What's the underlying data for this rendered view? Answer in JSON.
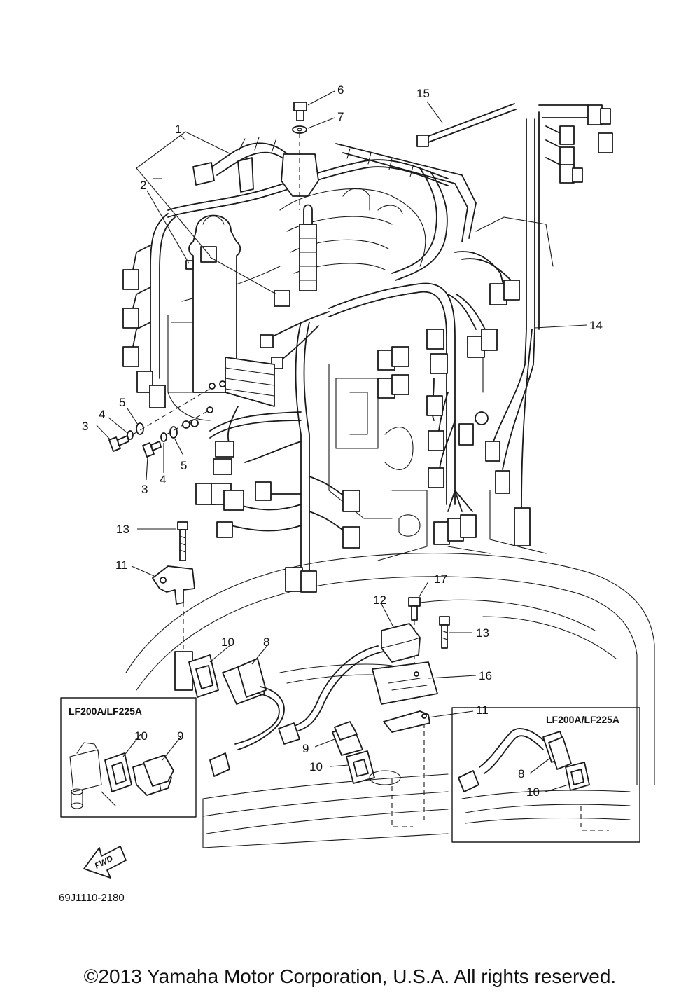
{
  "callouts": [
    {
      "num": "1"
    },
    {
      "num": "2"
    },
    {
      "num": "3"
    },
    {
      "num": "3"
    },
    {
      "num": "4"
    },
    {
      "num": "4"
    },
    {
      "num": "5"
    },
    {
      "num": "5"
    },
    {
      "num": "6"
    },
    {
      "num": "7"
    },
    {
      "num": "8"
    },
    {
      "num": "8"
    },
    {
      "num": "9"
    },
    {
      "num": "9"
    },
    {
      "num": "10"
    },
    {
      "num": "10"
    },
    {
      "num": "10"
    },
    {
      "num": "10"
    },
    {
      "num": "11"
    },
    {
      "num": "11"
    },
    {
      "num": "12"
    },
    {
      "num": "13"
    },
    {
      "num": "13"
    },
    {
      "num": "14"
    },
    {
      "num": "15"
    },
    {
      "num": "16"
    },
    {
      "num": "17"
    }
  ],
  "inset_left": {
    "title": "LF200A/LF225A"
  },
  "inset_right": {
    "title": "LF200A/LF225A"
  },
  "fwd_label": "FWD",
  "diagram_code": "69J1110-2180",
  "copyright": "©2013 Yamaha Motor Corporation, U.S.A. All rights reserved."
}
